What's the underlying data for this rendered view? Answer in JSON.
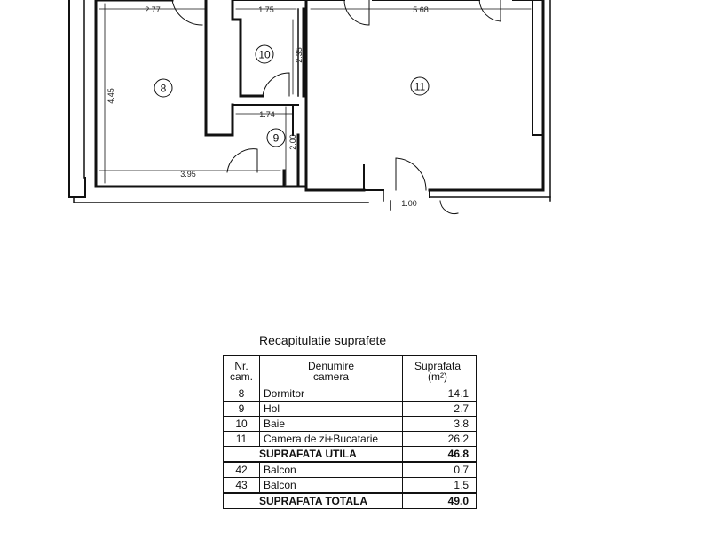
{
  "plan": {
    "rooms": [
      {
        "id": "8"
      },
      {
        "id": "9"
      },
      {
        "id": "10"
      },
      {
        "id": "11"
      }
    ],
    "dimensions": {
      "d277": "2.77",
      "d175": "1.75",
      "d568": "5.68",
      "d235": "2.35",
      "d445": "4.45",
      "d174": "1.74",
      "d200": "2.00",
      "d395": "3.95",
      "d100": "1.00"
    }
  },
  "table": {
    "title": "Recapitulatie suprafete",
    "header": {
      "nr": "Nr.\ncam.",
      "name": "Denumire\ncamera",
      "area": "Suprafata\n(m²)"
    },
    "rows": [
      {
        "nr": "8",
        "name": "Dormitor",
        "area": "14.1"
      },
      {
        "nr": "9",
        "name": "Hol",
        "area": "2.7"
      },
      {
        "nr": "10",
        "name": "Baie",
        "area": "3.8"
      },
      {
        "nr": "11",
        "name": "Camera de zi+Bucatarie",
        "area": "26.2"
      }
    ],
    "useful": {
      "label": "SUPRAFATA UTILA",
      "area": "46.8"
    },
    "balconies": [
      {
        "nr": "42",
        "name": "Balcon",
        "area": "0.7"
      },
      {
        "nr": "43",
        "name": "Balcon",
        "area": "1.5"
      }
    ],
    "total": {
      "label": "SUPRAFATA TOTALA",
      "area": "49.0"
    }
  }
}
